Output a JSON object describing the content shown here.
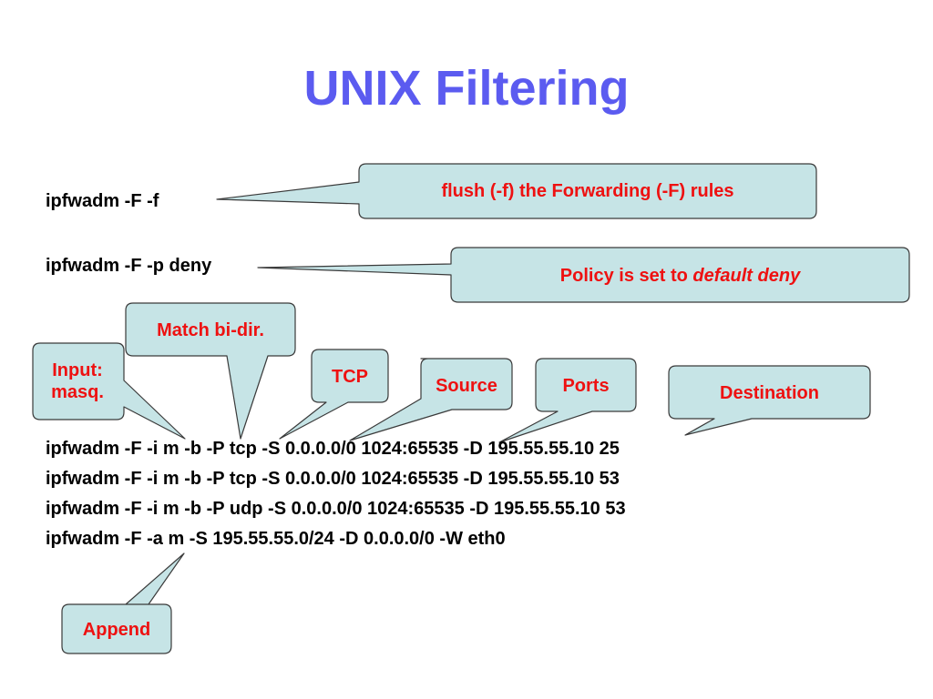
{
  "slide": {
    "title": "UNIX Filtering",
    "accent_color": "#5b5bf0",
    "callout_fill": "#c6e4e6",
    "callout_text_color": "#ee1111"
  },
  "commands": {
    "flush": "ipfwadm -F -f",
    "policy": "ipfwadm -F -p deny",
    "rule1": "ipfwadm -F -i m -b -P tcp -S 0.0.0.0/0 1024:65535 -D 195.55.55.10 25",
    "rule2": "ipfwadm -F -i m -b -P tcp -S 0.0.0.0/0 1024:65535 -D 195.55.55.10 53",
    "rule3": "ipfwadm -F -i m -b -P udp -S 0.0.0.0/0 1024:65535 -D 195.55.55.10 53",
    "rule4": "ipfwadm -F -a m -S 195.55.55.0/24 -D 0.0.0.0/0 -W eth0"
  },
  "callouts": {
    "flush": "flush (-f) the Forwarding (-F) rules",
    "policy_prefix": "Policy is set to ",
    "policy_emphasis": "default deny",
    "match": "Match bi-dir.",
    "input": "Input: masq.",
    "tcp": "TCP",
    "source": "Source",
    "ports": "Ports",
    "destination": "Destination",
    "append": "Append"
  }
}
